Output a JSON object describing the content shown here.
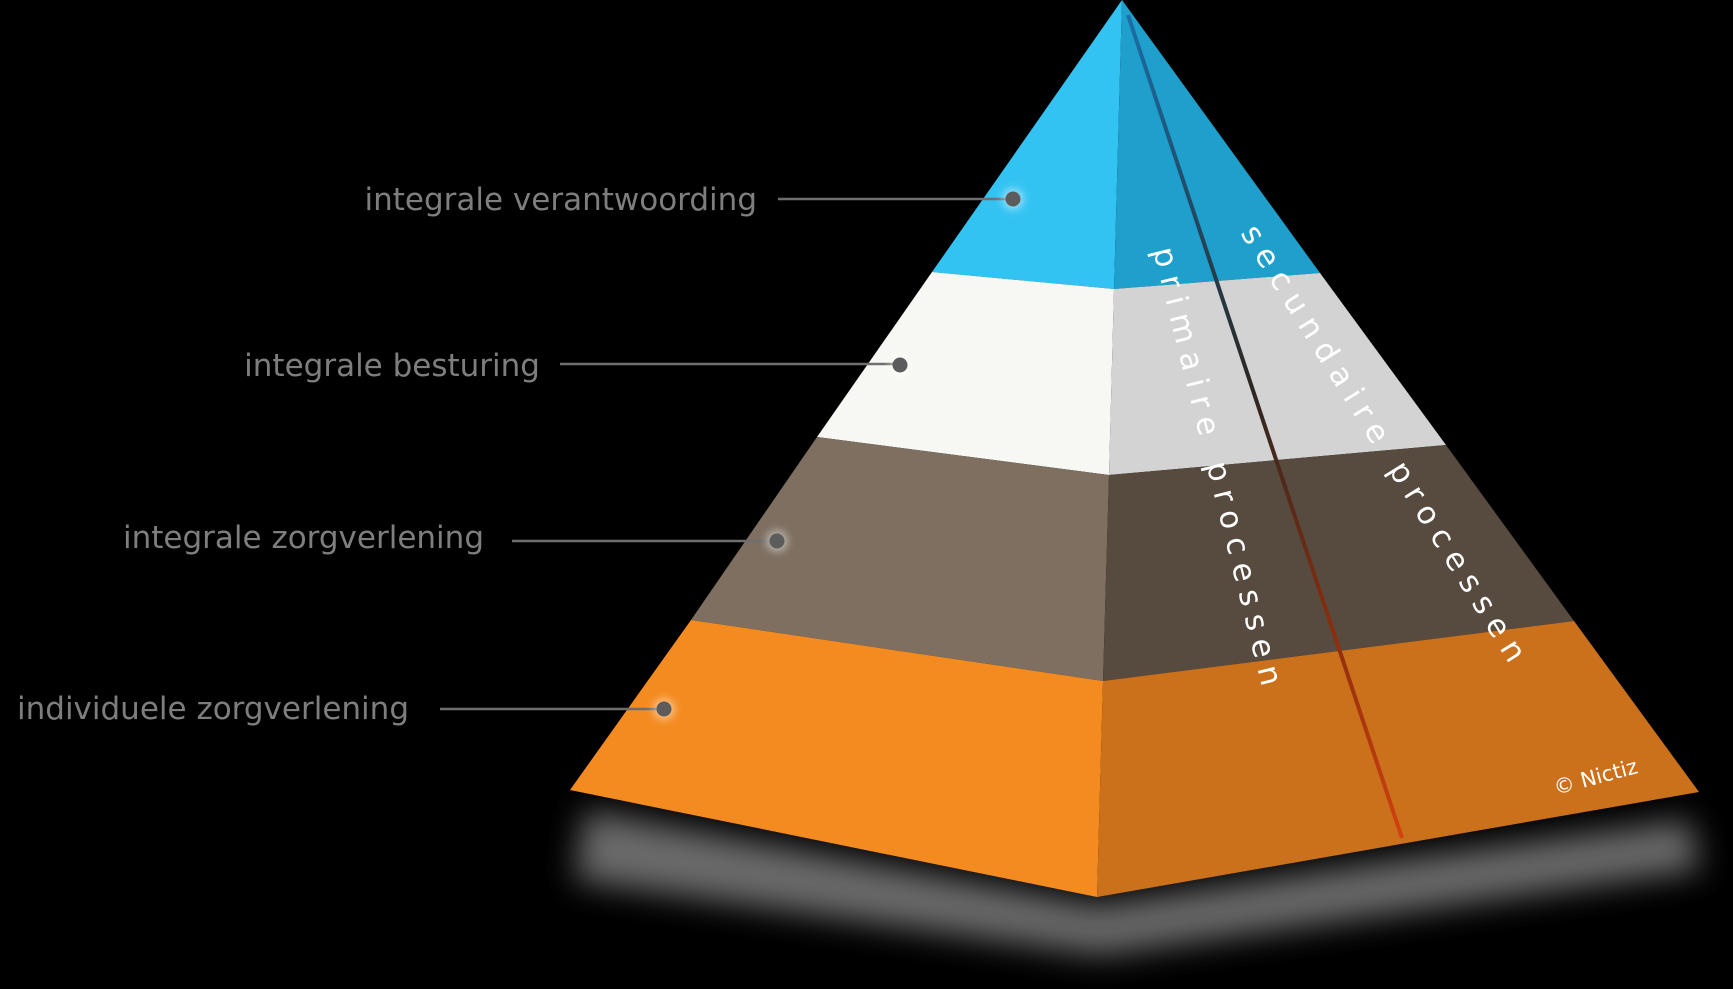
{
  "layers": [
    {
      "label": "integrale verantwoording",
      "color_front": "#33c3f2",
      "color_side": "#1e9fcc"
    },
    {
      "label": "integrale besturing",
      "color_front": "#f7f8f3",
      "color_side": "#d3d3d3"
    },
    {
      "label": "integrale zorgverlening",
      "color_front": "#7e6f61",
      "color_side": "#574a3f"
    },
    {
      "label": "individuele zorgverlening",
      "color_front": "#f48b21",
      "color_side": "#cc711b"
    }
  ],
  "processes": {
    "primary": "primaire processen",
    "secondary": "secundaire processen"
  },
  "copyright": "© Nictiz",
  "colors": {
    "background": "#000000",
    "label_text": "#7e7e7e",
    "divider_line": "#c0410e"
  }
}
